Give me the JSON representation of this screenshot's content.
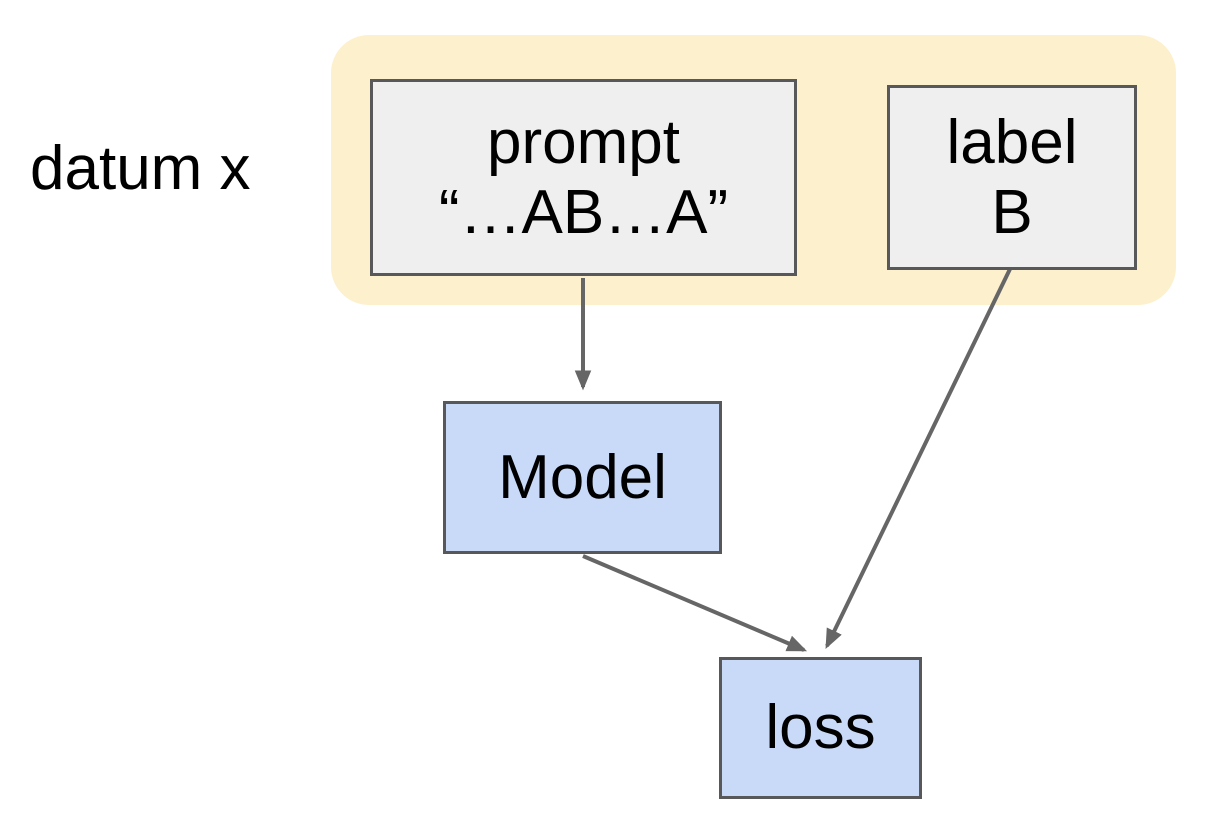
{
  "diagram": {
    "title": "training datum flow diagram",
    "datum_label": "datum x",
    "group": {
      "name": "datum-group",
      "fill_color": "#fdf0cd"
    },
    "nodes": {
      "prompt": {
        "line1": "prompt",
        "line2": "“…AB…A”",
        "fill_color": "#efefef",
        "border_color": "#58585a"
      },
      "label": {
        "line1": "label",
        "line2": "B",
        "fill_color": "#efefef",
        "border_color": "#58585a"
      },
      "model": {
        "text": "Model",
        "fill_color": "#c9daf8",
        "border_color": "#58585a"
      },
      "loss": {
        "text": "loss",
        "fill_color": "#c9daf8",
        "border_color": "#58585a"
      }
    },
    "arrows": {
      "color": "#666666",
      "edges": [
        {
          "from": "prompt",
          "to": "model"
        },
        {
          "from": "model",
          "to": "loss"
        },
        {
          "from": "label",
          "to": "loss"
        }
      ]
    },
    "background_color": "#ffffff",
    "text_color": "#000000"
  }
}
